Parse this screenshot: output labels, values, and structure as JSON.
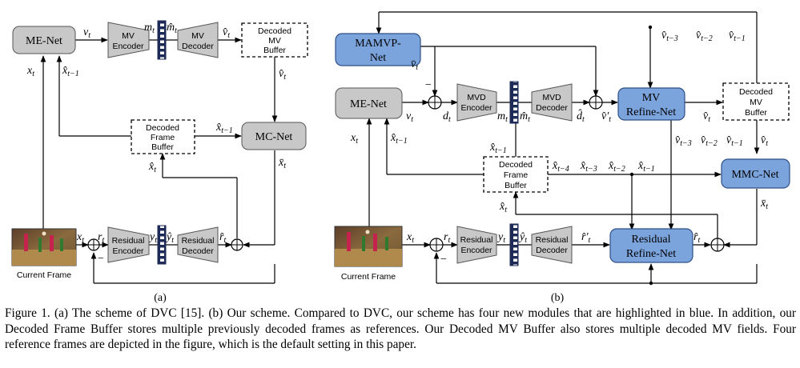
{
  "panel_a": {
    "me_net": "ME-Net",
    "mv_encoder": [
      "MV",
      "Encoder"
    ],
    "mv_decoder": [
      "MV",
      "Decoder"
    ],
    "decoded_mv_buffer": [
      "Decoded",
      "MV",
      "Buffer"
    ],
    "decoded_frame_buffer": [
      "Decoded",
      "Frame",
      "Buffer"
    ],
    "mc_net": "MC-Net",
    "residual_encoder": [
      "Residual",
      "Encoder"
    ],
    "residual_decoder": [
      "Residual",
      "Decoder"
    ],
    "current_frame": "Current Frame",
    "sub_label": "(a)",
    "symbols": {
      "v": "v",
      "m": "m",
      "m_hat": "m̂",
      "v_hat": "v̂",
      "x": "x",
      "x_hat": "x̂",
      "x_bar": "x̄",
      "r": "r",
      "y": "y",
      "y_hat": "ŷ",
      "r_hat": "r̂",
      "minus": "−"
    },
    "subs": {
      "t": "t",
      "t_minus_1": "t−1"
    }
  },
  "panel_b": {
    "mamvp_net": [
      "MAMVP-",
      "Net"
    ],
    "me_net": "ME-Net",
    "mvd_encoder": [
      "MVD",
      "Encoder"
    ],
    "mvd_decoder": [
      "MVD",
      "Decoder"
    ],
    "mv_refine_net": [
      "MV",
      "Refine-Net"
    ],
    "decoded_mv_buffer": [
      "Decoded",
      "MV",
      "Buffer"
    ],
    "decoded_frame_buffer": [
      "Decoded",
      "Frame",
      "Buffer"
    ],
    "mmc_net": "MMC-Net",
    "residual_encoder": [
      "Residual",
      "Encoder"
    ],
    "residual_decoder": [
      "Residual",
      "Decoder"
    ],
    "residual_refine_net": [
      "Residual",
      "Refine-Net"
    ],
    "current_frame": "Current Frame",
    "sub_label": "(b)",
    "symbols": {
      "v_bar": "v̄",
      "v": "v",
      "d": "d",
      "m": "m",
      "m_hat": "m̂",
      "d_hat": "d̂",
      "v_hat": "v̂",
      "v_hat_prime": "v̂′",
      "x": "x",
      "x_hat": "x̂",
      "x_bar": "x̄",
      "r": "r",
      "y": "y",
      "y_hat": "ŷ",
      "r_hat": "r̂",
      "r_hat_prime": "r̂′",
      "minus": "−"
    },
    "subs": {
      "t": "t",
      "t1": "t−1",
      "t2": "t−2",
      "t3": "t−3",
      "t4": "t−4"
    }
  },
  "caption": "Figure 1. (a) The scheme of DVC [15]. (b) Our scheme. Compared to DVC, our scheme has four new modules that are highlighted in blue. In addition, our Decoded Frame Buffer stores multiple previously decoded frames as references. Our Decoded MV Buffer also stores multiple decoded MV fields. Four reference frames are depicted in the figure, which is the default setting in this paper.",
  "colors": {
    "gray_box": "#c8c8c8",
    "blue_box": "#7ba3dc",
    "blue_border": "#2f4f86",
    "quant_dark": "#1d2a55"
  }
}
